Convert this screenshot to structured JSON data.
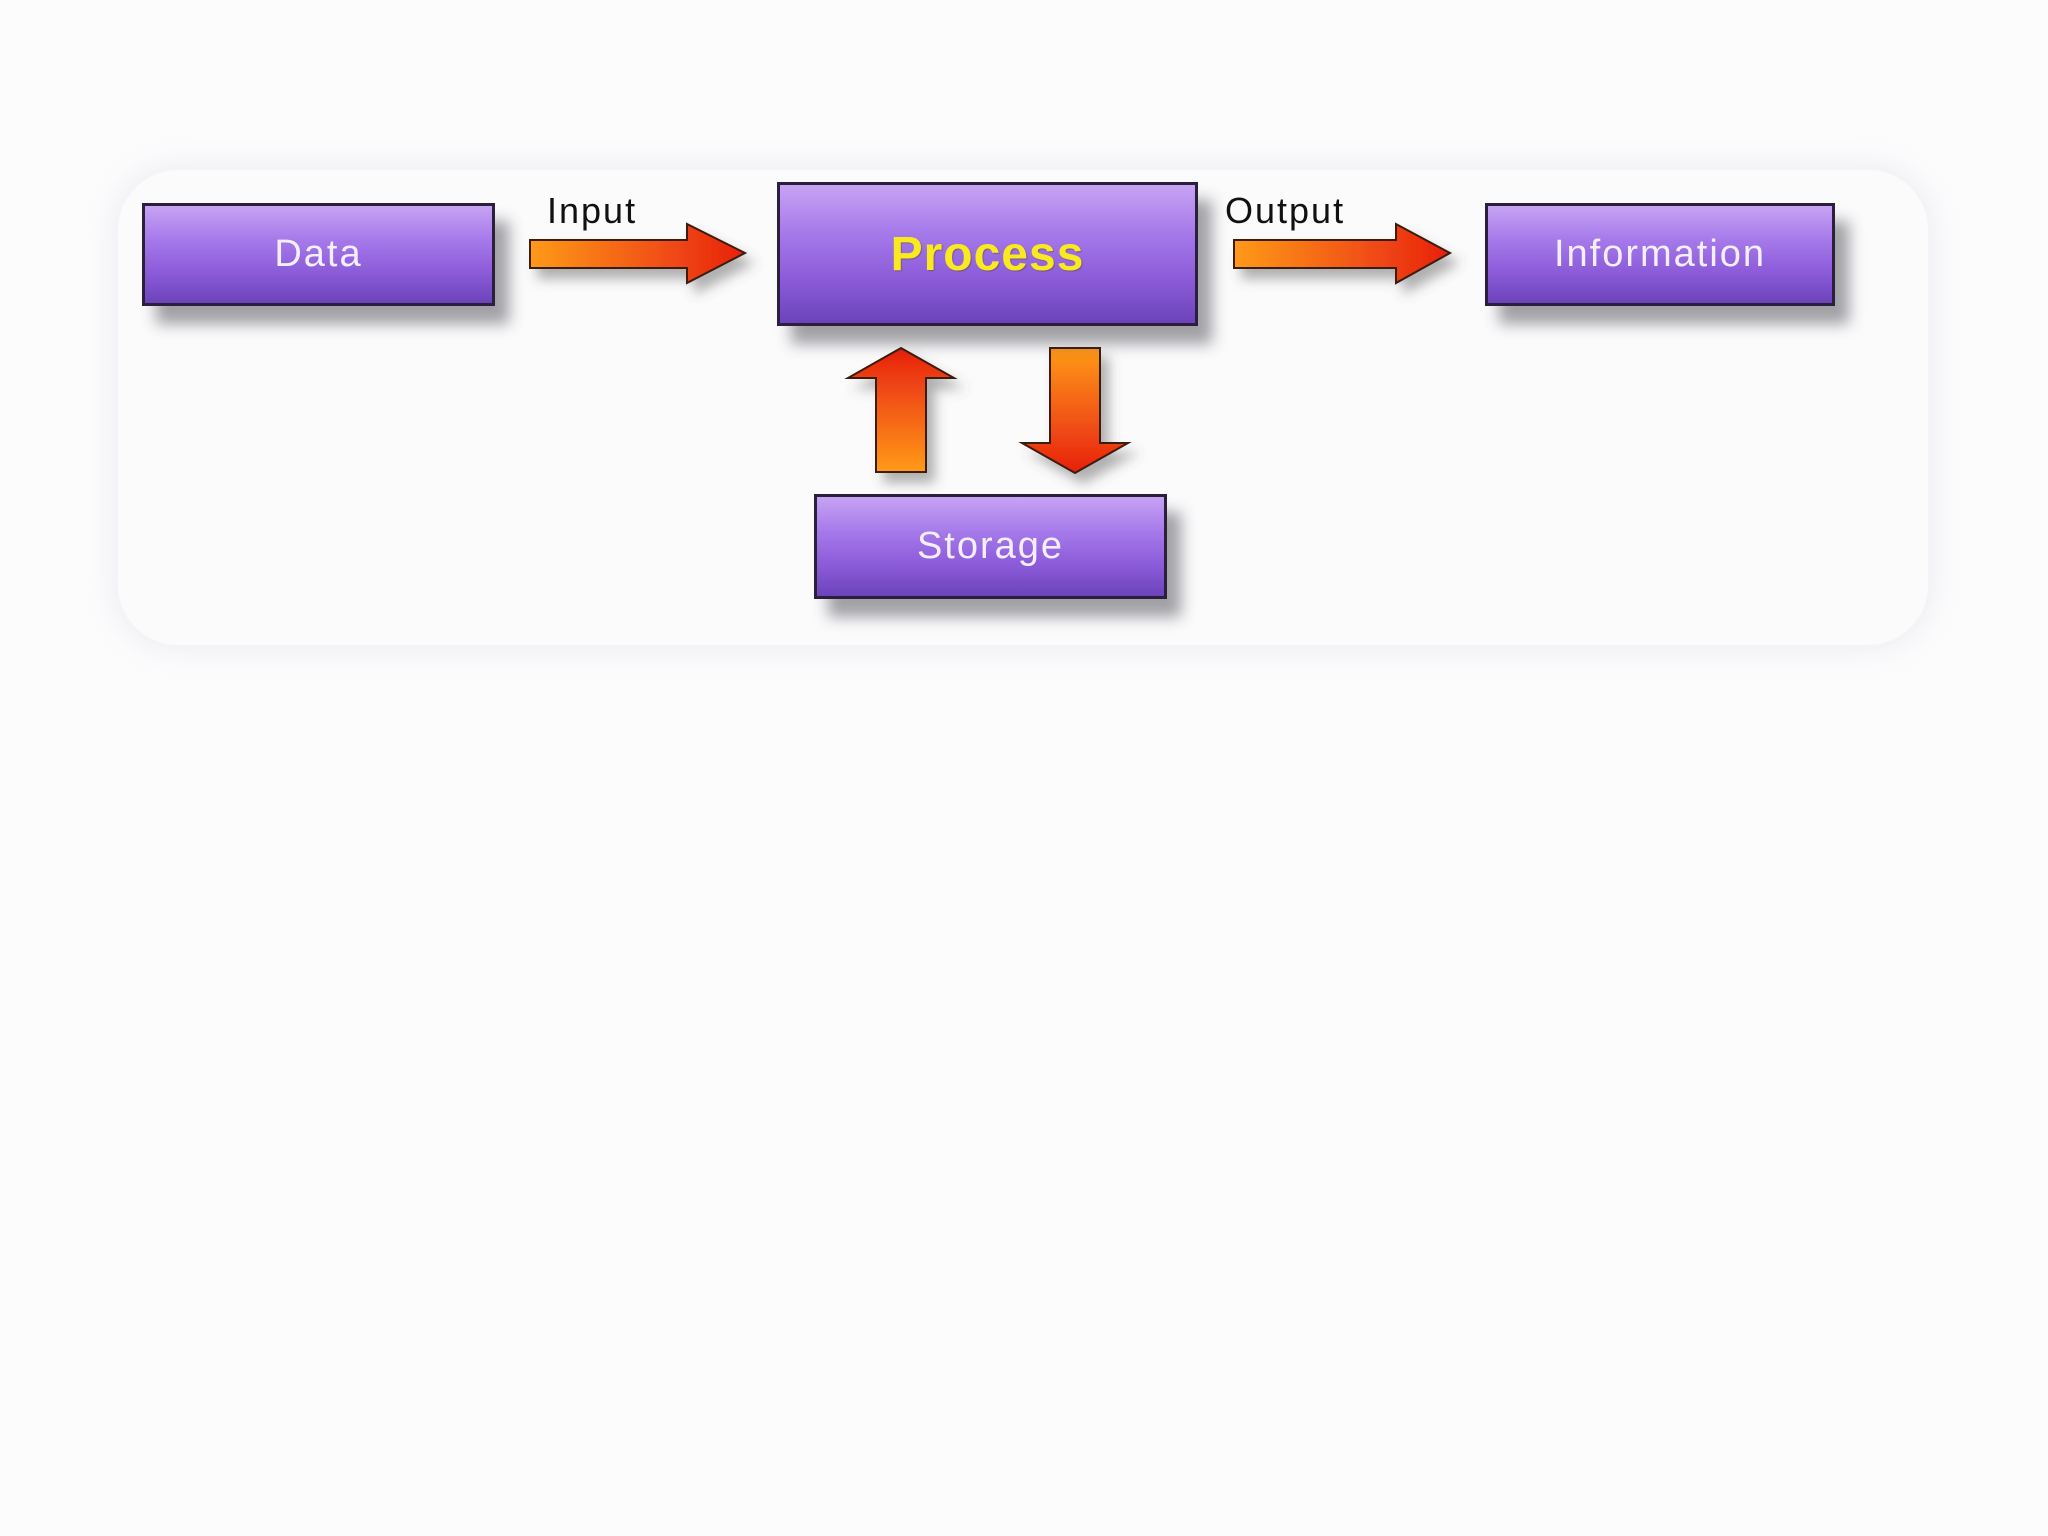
{
  "diagram": {
    "nodes": {
      "data": "Data",
      "process": "Process",
      "information": "Information",
      "storage": "Storage"
    },
    "edges": {
      "input": "Input",
      "output": "Output"
    },
    "colors": {
      "box_fill_top": "#c7a3f4",
      "box_fill_bottom": "#6c43bb",
      "arrow_start": "#ff9a1a",
      "arrow_end": "#e8200f",
      "process_text": "#f9ea1f"
    }
  }
}
